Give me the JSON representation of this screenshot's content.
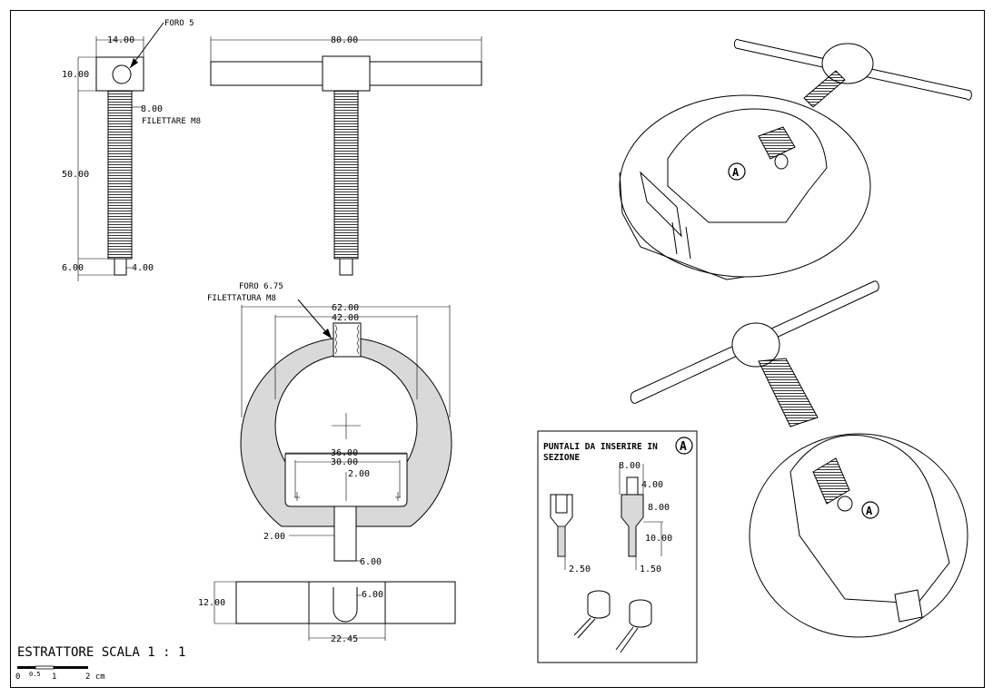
{
  "drawing": {
    "title": "ESTRATTORE SCALA 1 : 1",
    "scale_bar": {
      "labels": [
        "0",
        "0.5",
        "1",
        "2 cm"
      ]
    }
  },
  "screw": {
    "callout_hole": "FORO 5",
    "dims": {
      "head_width": "14.00",
      "head_height": "10.00",
      "thread_length": "50.00",
      "tip_length": "6.00",
      "tip_diameter": "4.00",
      "thread_diameter": "8.00"
    },
    "thread_note": "FILETTARE M8"
  },
  "side_view": {
    "bar_length": "80.00"
  },
  "ring": {
    "callout_hole": "FORO 6.75",
    "callout_thread": "FILETTATURA M8",
    "dims": {
      "outer": "62.00",
      "inner": "42.00",
      "slot_outer": "36.00",
      "slot_inner": "30.00",
      "offset": "2.00",
      "side_offset": "2.00",
      "slot_width": "6.00"
    }
  },
  "bottom_view": {
    "height": "12.00",
    "slot_width": "6.00",
    "length": "22.45"
  },
  "tips_box": {
    "title_line1": "PUNTALI DA INSERIRE IN",
    "title_line2": "SEZIONE",
    "marker": "A",
    "dims": {
      "width": "8.00",
      "top": "4.00",
      "height": "8.00",
      "neck": "10.00",
      "tip_a": "2.50",
      "tip_b": "1.50"
    }
  },
  "iso_views": {
    "marker": "A"
  }
}
